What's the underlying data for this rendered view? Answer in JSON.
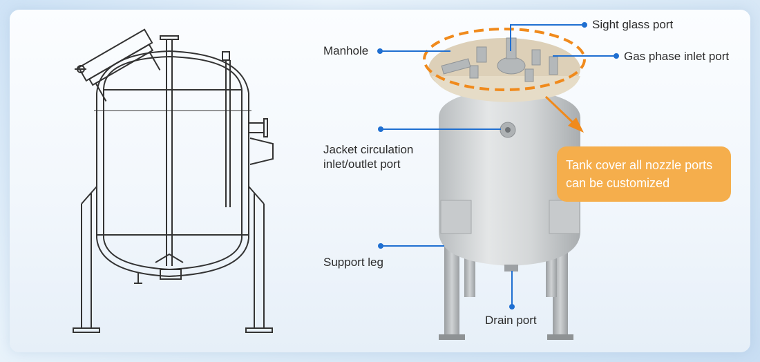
{
  "labels": {
    "sight_glass": "Sight glass port",
    "gas_phase": "Gas phase inlet port",
    "manhole": "Manhole",
    "jacket_line1": "Jacket circulation",
    "jacket_line2": "inlet/outlet port",
    "support_leg": "Support leg",
    "drain": "Drain port"
  },
  "callout": {
    "line1": "Tank cover all nozzle ports",
    "line2": "can be customized"
  },
  "colors": {
    "accent": "#1f6fd1",
    "callout": "#f5ae4c",
    "highlight": "#f08a1c",
    "drawing": "#333333",
    "tank_body": "#cfd2d3"
  }
}
